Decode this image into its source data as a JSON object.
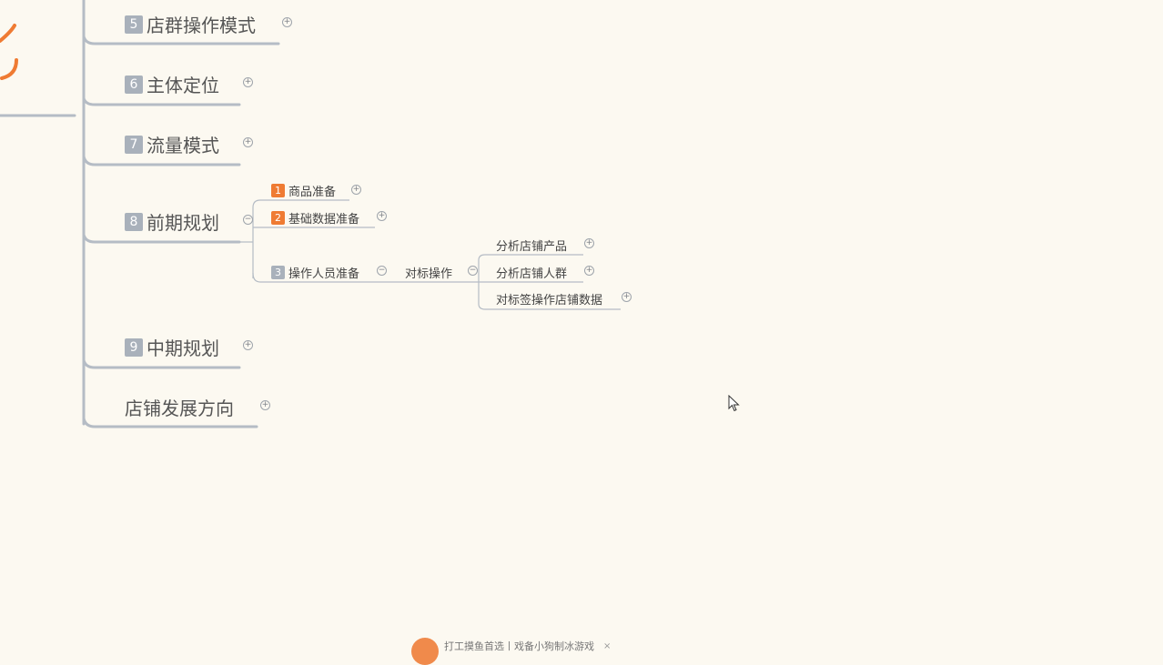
{
  "colors": {
    "accent": "#ef7b33",
    "badge_gray": "#a9b1bb",
    "line": "#b5bcc5",
    "background": "#fcf9f1"
  },
  "branches": {
    "b5": {
      "num": "5",
      "label": "店群操作模式"
    },
    "b6": {
      "num": "6",
      "label": "主体定位"
    },
    "b7": {
      "num": "7",
      "label": "流量模式"
    },
    "b8": {
      "num": "8",
      "label": "前期规划",
      "children": {
        "c1": {
          "num": "1",
          "label": "商品准备"
        },
        "c2": {
          "num": "2",
          "label": "基础数据准备"
        },
        "c3": {
          "num": "3",
          "label": "操作人员准备",
          "sub": {
            "label": "对标操作",
            "items": [
              "分析店铺产品",
              "分析店铺人群",
              "对标签操作店铺数据"
            ]
          }
        }
      }
    },
    "b9": {
      "num": "9",
      "label": "中期规划"
    },
    "b10": {
      "label": "店铺发展方向"
    }
  },
  "toggle": {
    "expand": "+",
    "collapse": "−"
  },
  "toast": {
    "text": "打工摸鱼首选丨戏备小狗制冰游戏",
    "close": "×"
  }
}
